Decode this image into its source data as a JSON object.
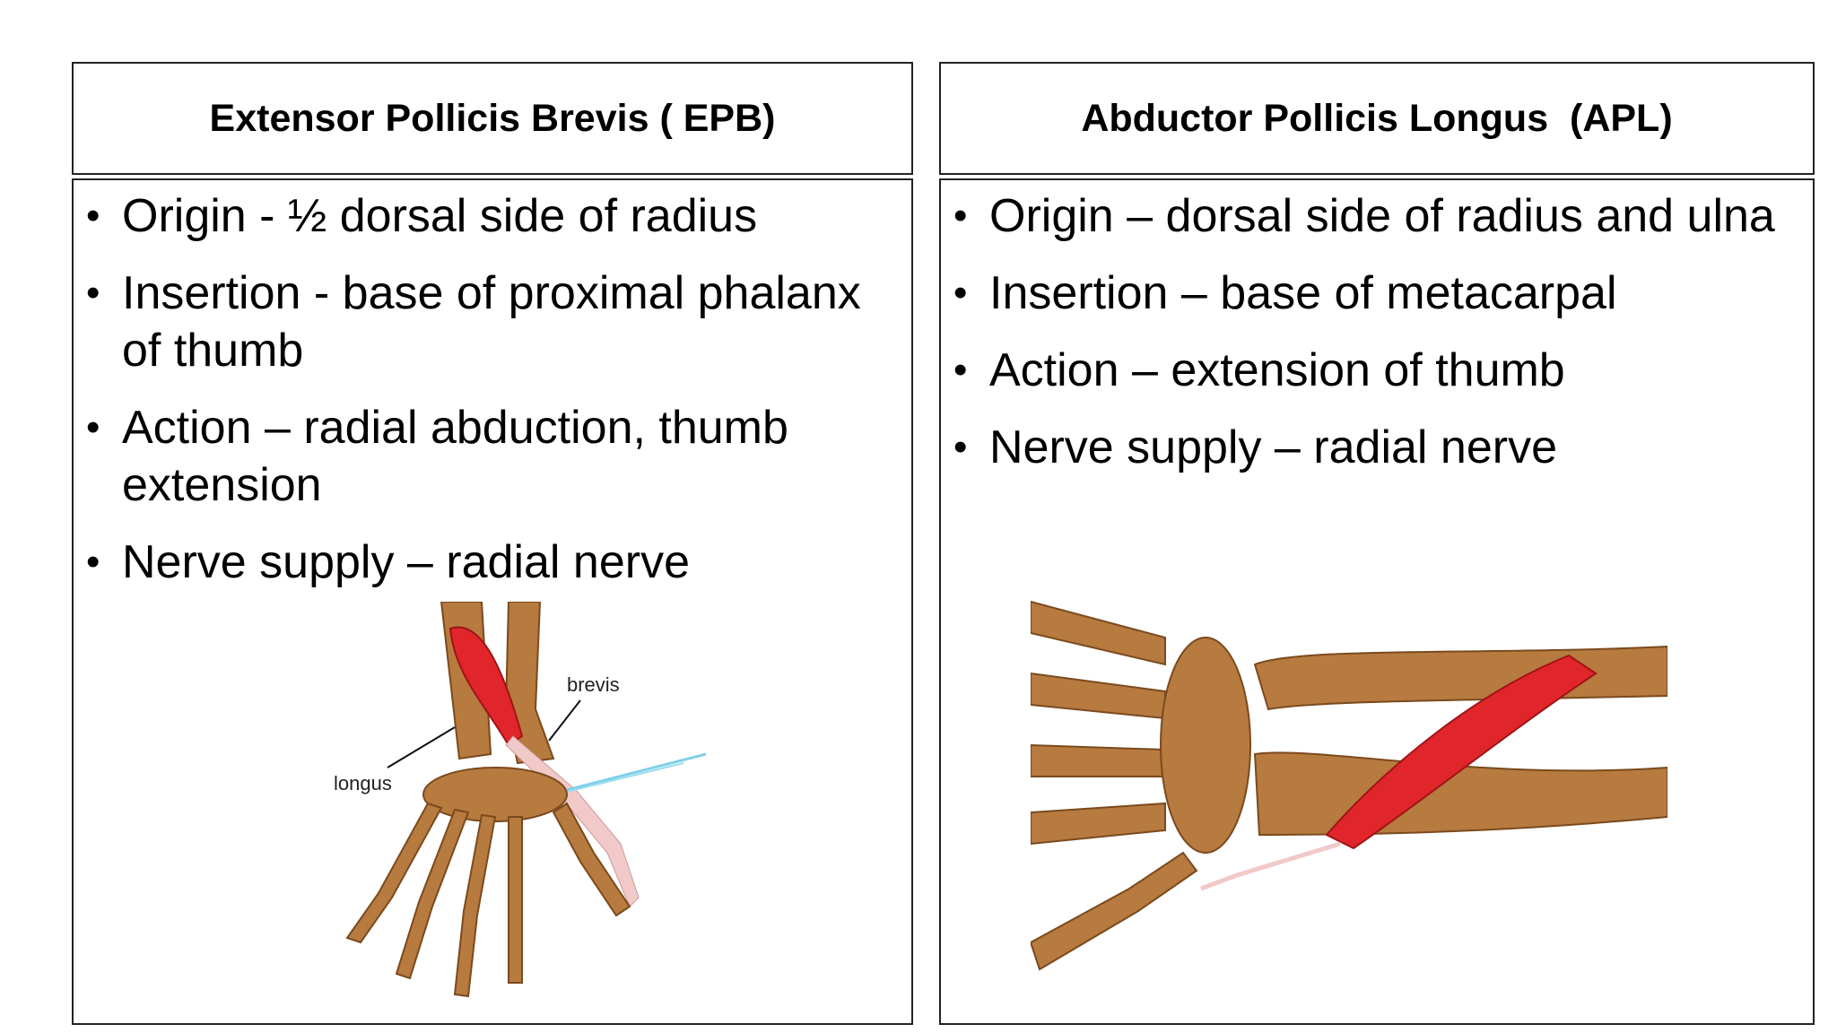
{
  "left": {
    "heading": "Extensor Pollicis Brevis ( EPB)",
    "points": [
      "Origin - ½  dorsal side of radius",
      "Insertion -  base of proximal phalanx of thumb",
      "Action – radial abduction, thumb extension",
      "Nerve supply – radial nerve"
    ],
    "figure_labels": {
      "brevis": "brevis",
      "longus": "longus"
    }
  },
  "right": {
    "heading": "Abductor Pollicis Longus  (APL)",
    "points": [
      "Origin – dorsal side of radius and ulna",
      "Insertion – base of metacarpal",
      "Action – extension of thumb",
      "Nerve supply – radial nerve"
    ]
  },
  "colors": {
    "bone": "#b77a3f",
    "bone_dark": "#7a4a1e",
    "muscle": "#e0262b",
    "tendon": "#f1c9c9",
    "nerve": "#7fd0e8"
  }
}
